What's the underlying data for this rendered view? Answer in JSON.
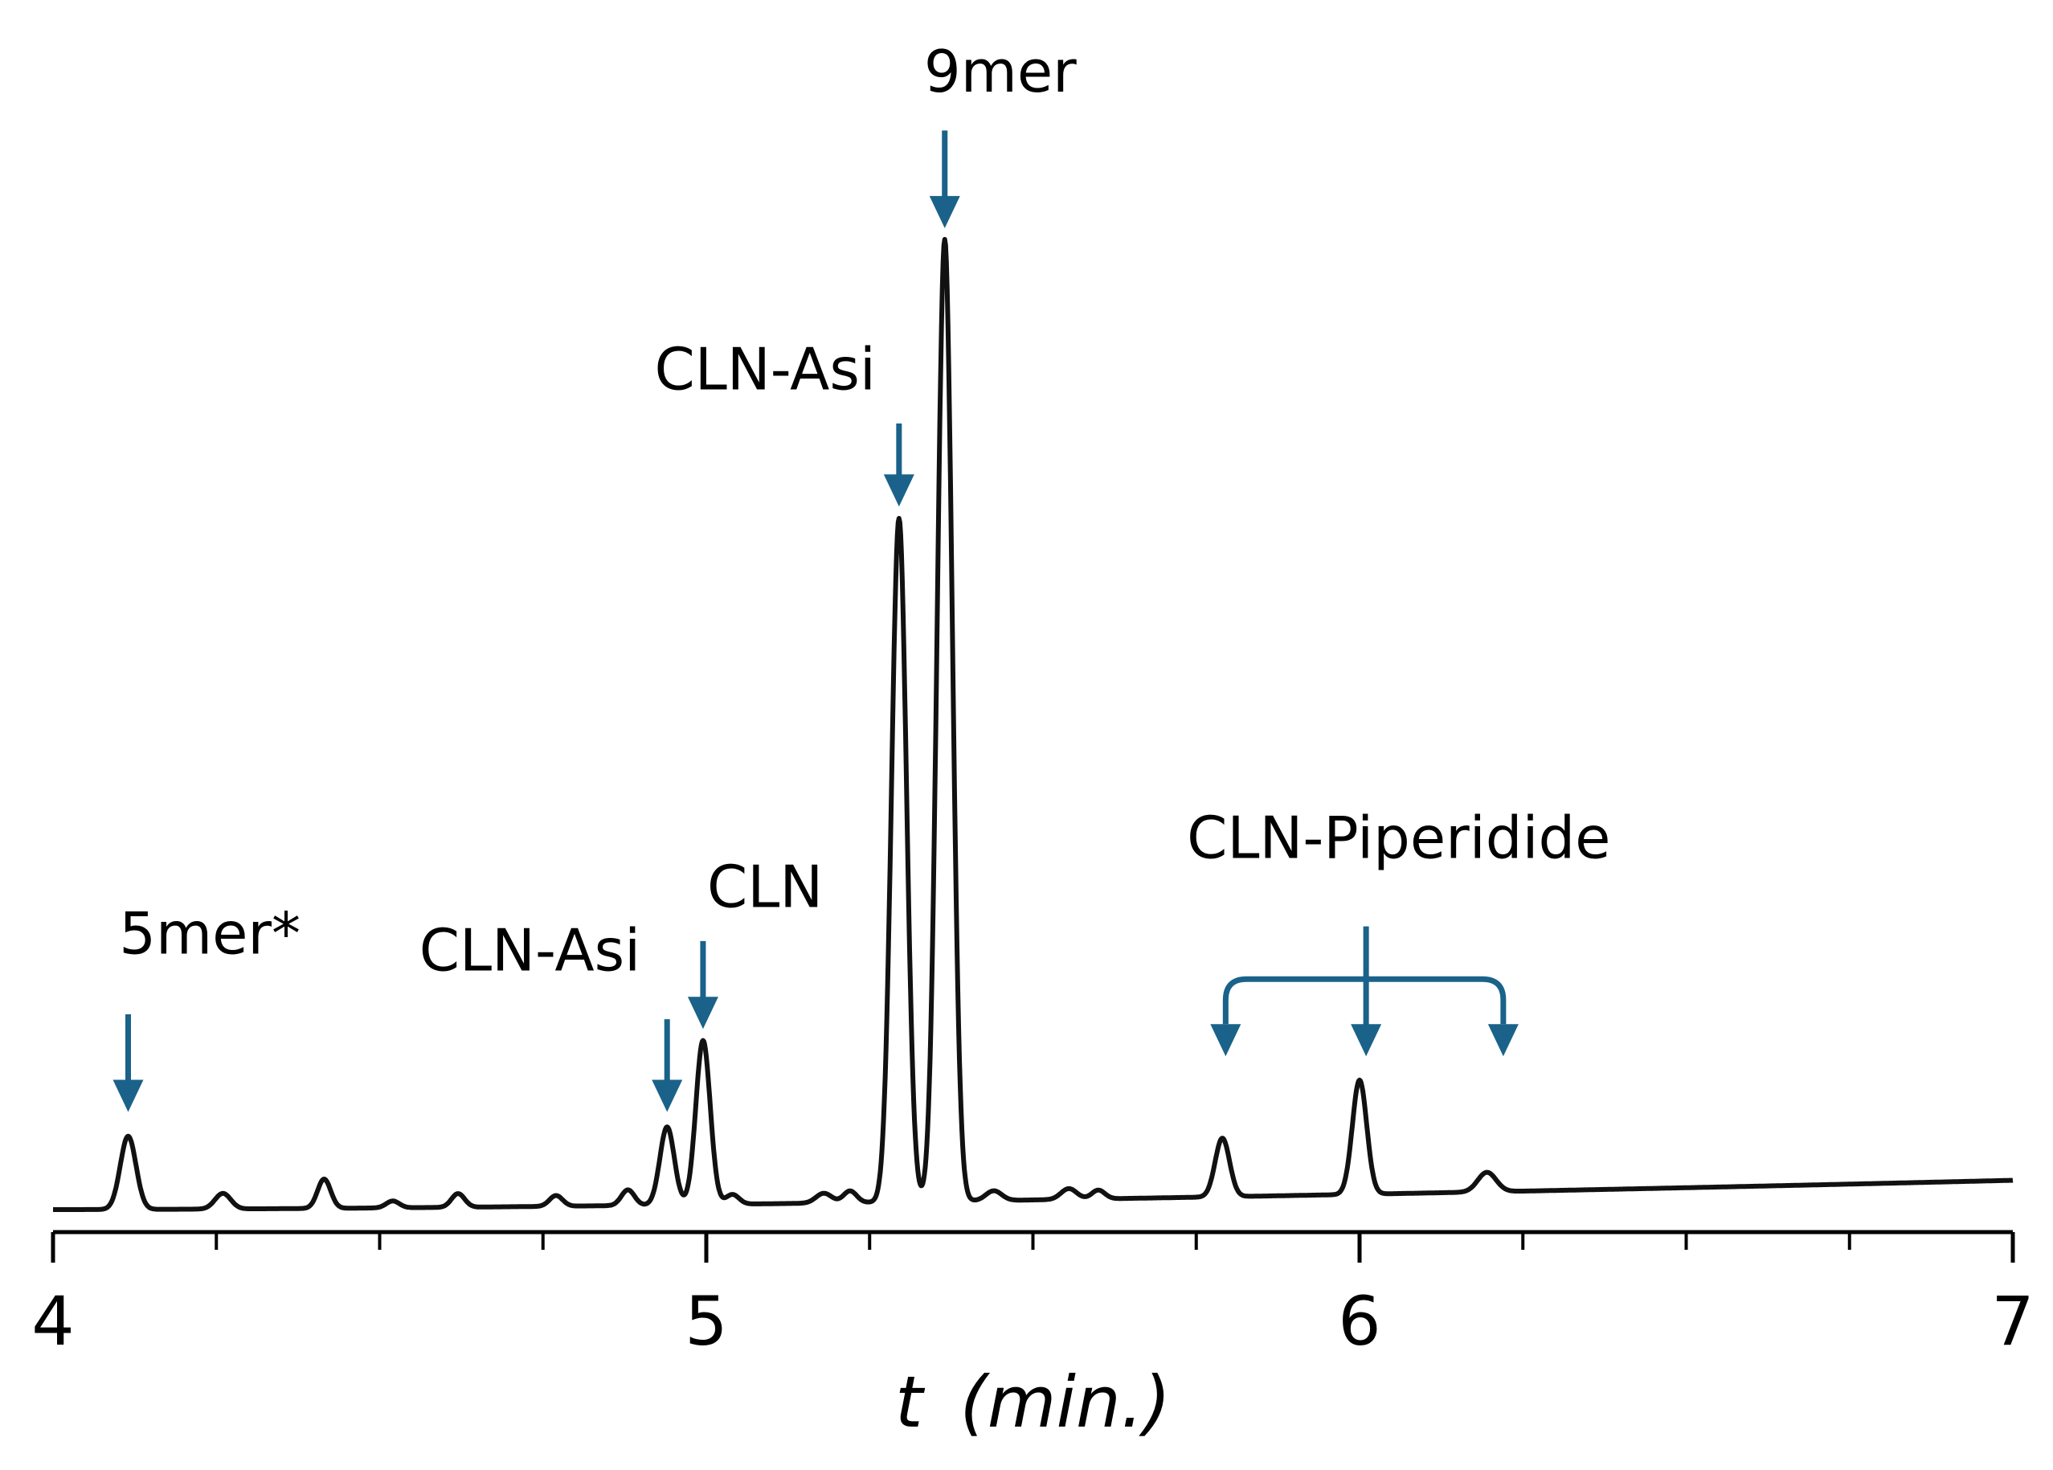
{
  "chart_data": {
    "type": "line",
    "title": "",
    "xlabel": "t (min.)",
    "xlabel_var": "t",
    "xlabel_unit": "(min.)",
    "ylabel": "",
    "xlim": [
      4,
      7
    ],
    "x_ticks": [
      4,
      5,
      6,
      7
    ],
    "x_tick_labels": [
      "4",
      "5",
      "6",
      "7"
    ],
    "grid": false,
    "line_color": "#111111",
    "annotation_color": "#1a6289",
    "baseline": {
      "start": 0.0,
      "end": 0.03
    },
    "peaks": [
      {
        "t": 4.115,
        "height": 0.075,
        "width": 0.012
      },
      {
        "t": 4.26,
        "height": 0.016,
        "width": 0.012
      },
      {
        "t": 4.415,
        "height": 0.03,
        "width": 0.01
      },
      {
        "t": 4.52,
        "height": 0.007,
        "width": 0.01
      },
      {
        "t": 4.62,
        "height": 0.014,
        "width": 0.01
      },
      {
        "t": 4.77,
        "height": 0.011,
        "width": 0.01
      },
      {
        "t": 4.88,
        "height": 0.016,
        "width": 0.01
      },
      {
        "t": 4.94,
        "height": 0.08,
        "width": 0.011
      },
      {
        "t": 4.995,
        "height": 0.168,
        "width": 0.011
      },
      {
        "t": 5.04,
        "height": 0.01,
        "width": 0.01
      },
      {
        "t": 5.18,
        "height": 0.01,
        "width": 0.012
      },
      {
        "t": 5.22,
        "height": 0.012,
        "width": 0.01
      },
      {
        "t": 5.295,
        "height": 0.7,
        "width": 0.0115
      },
      {
        "t": 5.365,
        "height": 0.985,
        "width": 0.0115
      },
      {
        "t": 5.44,
        "height": 0.01,
        "width": 0.012
      },
      {
        "t": 5.555,
        "height": 0.011,
        "width": 0.012
      },
      {
        "t": 5.6,
        "height": 0.009,
        "width": 0.01
      },
      {
        "t": 5.79,
        "height": 0.06,
        "width": 0.011
      },
      {
        "t": 6.0,
        "height": 0.117,
        "width": 0.011
      },
      {
        "t": 6.195,
        "height": 0.02,
        "width": 0.014
      }
    ],
    "ylim": [
      0,
      1
    ],
    "annotations": [
      {
        "label": "5mer*",
        "t": 4.115,
        "label_t": 4.24,
        "label_y": 0.262,
        "arrow_top": 0.2,
        "arrow_tip": 0.1
      },
      {
        "label": "CLN-Asi",
        "label_t": 4.73,
        "label_y": 0.245,
        "t": 4.94,
        "arrow_top": 0.195,
        "arrow_tip": 0.1
      },
      {
        "label": "CLN",
        "label_t": 5.09,
        "label_y": 0.31,
        "t": 4.995,
        "arrow_top": 0.275,
        "arrow_tip": 0.185
      },
      {
        "label": "CLN-Asi",
        "label_t": 5.09,
        "label_y": 0.84,
        "t": 5.295,
        "arrow_top": 0.805,
        "arrow_tip": 0.72
      },
      {
        "label": "9mer",
        "label_t": 5.45,
        "label_y": 1.145,
        "t": 5.365,
        "arrow_top": 1.105,
        "arrow_tip": 1.005
      }
    ],
    "bracket_annotation": {
      "label": "CLN-Piperidide",
      "label_t": 6.06,
      "label_y": 0.36,
      "stem_t": 6.01,
      "stem_top": 0.29,
      "bar_y": 0.236,
      "left_t": 5.795,
      "right_t": 6.22,
      "arrow_tip": 0.157,
      "targets": [
        5.79,
        6.01,
        6.22
      ]
    }
  }
}
